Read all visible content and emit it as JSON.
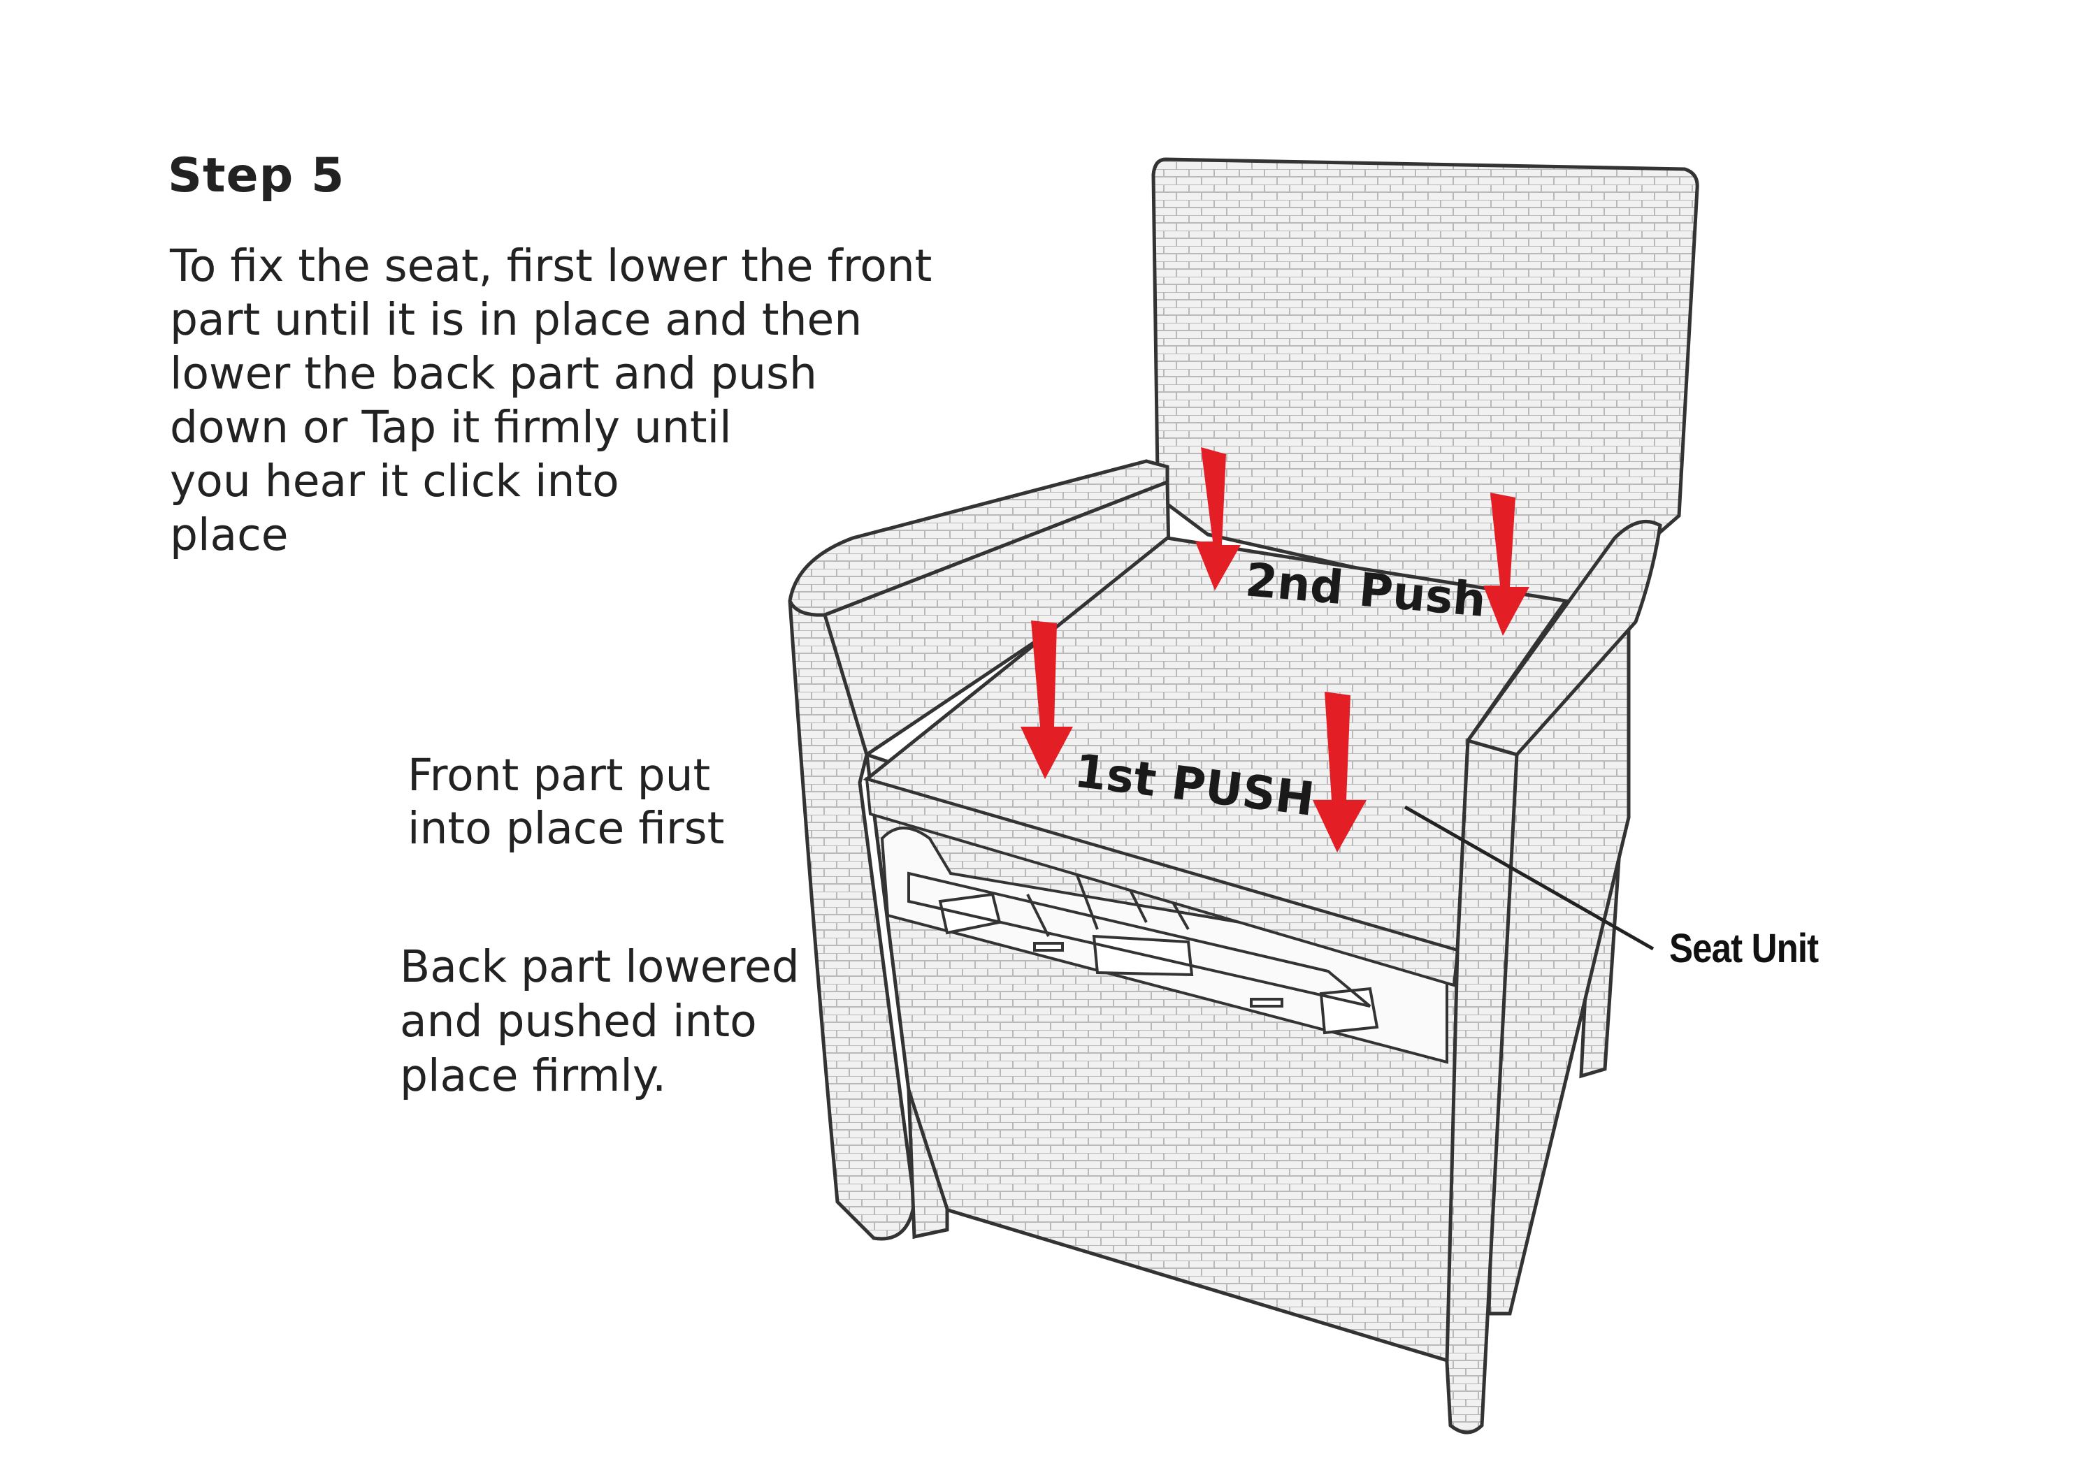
{
  "step_title": "Step 5",
  "instruction_lines": [
    "To fix the seat, first lower the front",
    "part until it is in place and then",
    "lower the back part and push",
    "down or Tap it firmly until",
    "you hear it click into",
    "place"
  ],
  "front_note_lines": [
    "Front part put",
    "into place first"
  ],
  "back_note_lines": [
    "Back part lowered",
    "and pushed into",
    "place firmly."
  ],
  "first_push_label": "1st PUSH",
  "second_push_label": "2nd Push",
  "seat_unit_label": "Seat Unit",
  "colors": {
    "arrow": "#e31e24",
    "outline": "#333333",
    "wicker_fill": "#ececec",
    "text": "#222222"
  }
}
